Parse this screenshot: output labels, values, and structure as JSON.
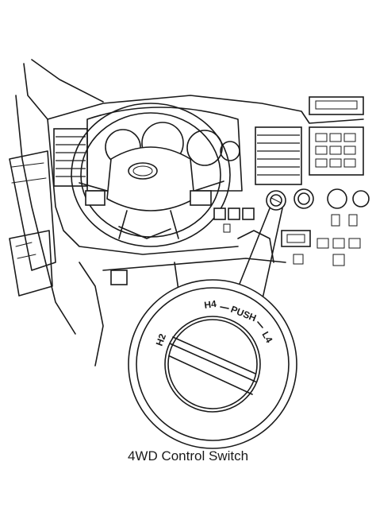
{
  "caption": "4WD Control Switch",
  "dial": {
    "label_h2": "H2",
    "label_h4": "H4",
    "label_push": "PUSH",
    "label_l4": "L4"
  },
  "colors": {
    "line": "#1a1a1a",
    "background": "#ffffff"
  }
}
